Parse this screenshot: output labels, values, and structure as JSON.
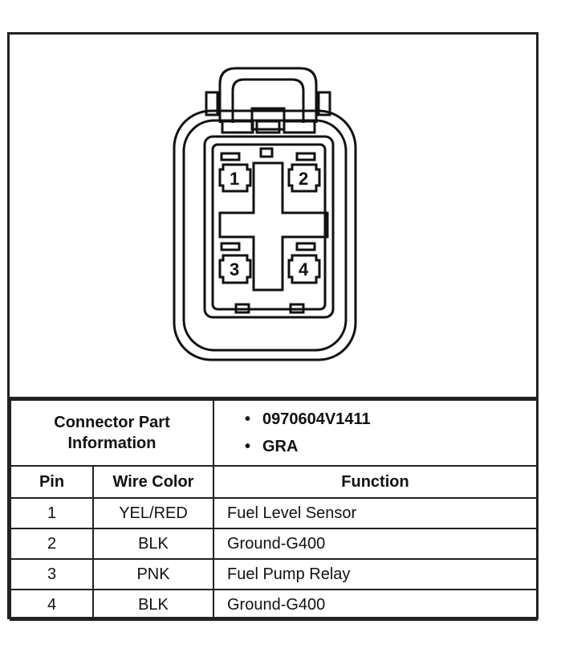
{
  "connector": {
    "pins": [
      {
        "label": "1"
      },
      {
        "label": "2"
      },
      {
        "label": "3"
      },
      {
        "label": "4"
      }
    ]
  },
  "info": {
    "label": "Connector Part Information",
    "label_line1": "Connector Part",
    "label_line2": "Information",
    "values": [
      "0970604V1411",
      "GRA"
    ],
    "bullet": "•"
  },
  "table": {
    "headers": {
      "pin": "Pin",
      "wire_color": "Wire Color",
      "function": "Function"
    },
    "rows": [
      {
        "pin": "1",
        "wire_color": "YEL/RED",
        "function": "Fuel Level Sensor"
      },
      {
        "pin": "2",
        "wire_color": "BLK",
        "function": "Ground-G400"
      },
      {
        "pin": "3",
        "wire_color": "PNK",
        "function": "Fuel Pump Relay"
      },
      {
        "pin": "4",
        "wire_color": "BLK",
        "function": "Ground-G400"
      }
    ]
  }
}
